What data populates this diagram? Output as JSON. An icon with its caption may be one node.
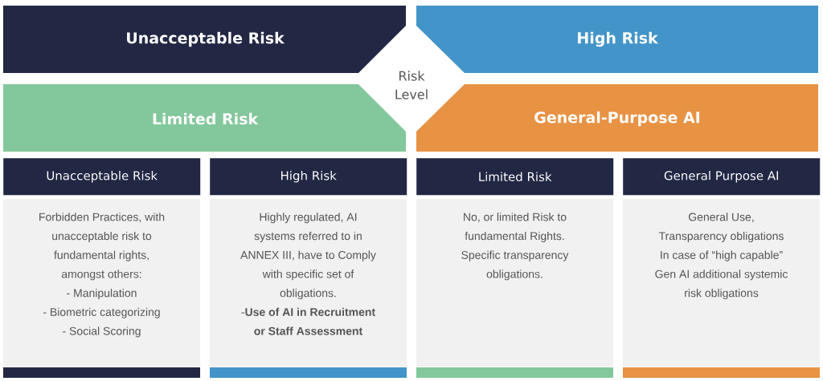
{
  "diagram": {
    "nodes": [
      {
        "text": [
          "Unacceptable Risk"
        ]
      },
      {
        "text": [
          "High Risk"
        ]
      },
      {
        "text": [
          "Limited Risk"
        ]
      },
      {
        "text": [
          "General-Purpose AI"
        ]
      },
      {
        "text": [
          "Unacceptable Risk"
        ]
      },
      {
        "text": [
          "Forbidden Practices, with unacceptable risk to fundamental rights, amongst others:",
          "- Manipulation",
          "- Biometric categorizing",
          "- Social Scoring"
        ]
      },
      {
        "text": [
          "High Risk"
        ]
      },
      {
        "text": [
          "Highly regulated, AI systems referred to in ANNEX III, have to Comply with specific set of obligations.",
          "-**Use of AI in Recruitment or Staff Assessment**"
        ]
      },
      {
        "text": [
          "Limited Risk"
        ]
      },
      {
        "text": [
          "No, or limited Risk to fundamental Rights.",
          "Specific transparency obligations."
        ]
      },
      {
        "text": [
          "General Purpose AI"
        ]
      },
      {
        "text": [
          "General Use,",
          "Transparency obligations",
          "In case of “high capable” Gen AI additional systemic risk obligations"
        ]
      }
    ],
    "labels": [
      "Risk Level"
    ]
  }
}
